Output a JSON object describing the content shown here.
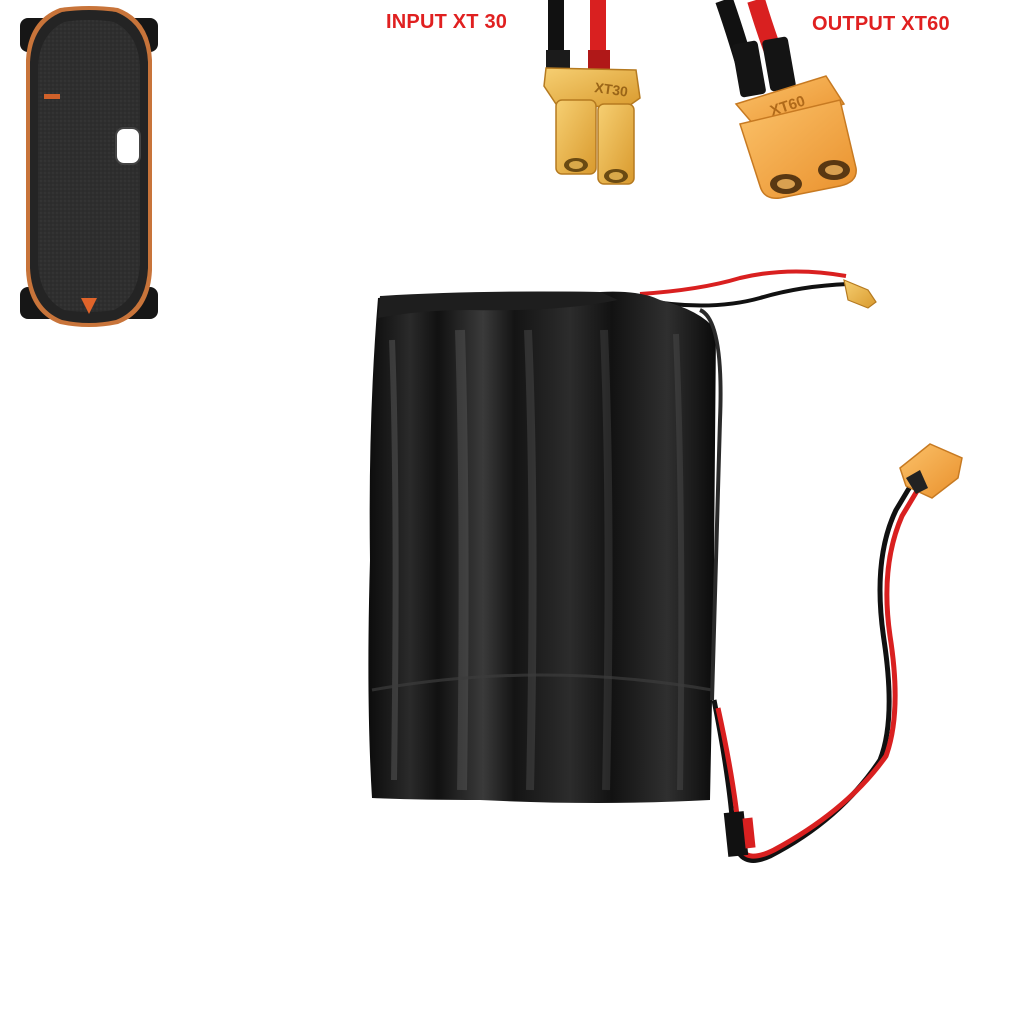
{
  "labels": {
    "input": "INPUT XT 30",
    "output": "OUTPUT XT60"
  },
  "colors": {
    "label_text": "#e02020",
    "background": "#ffffff",
    "battery_wrap": "#141414",
    "deck": "#2b2b2b",
    "deck_edge": "#c8743a",
    "connector_xt30": "#e9b24a",
    "connector_xt60": "#f2a541",
    "wire_red": "#d92020",
    "wire_black": "#111111"
  },
  "objects": {
    "skateboard": "electric-skateboard-top-view",
    "input_connector": "xt30-connector",
    "output_connector": "xt60-connector",
    "battery": "shrink-wrapped-battery-pack"
  }
}
